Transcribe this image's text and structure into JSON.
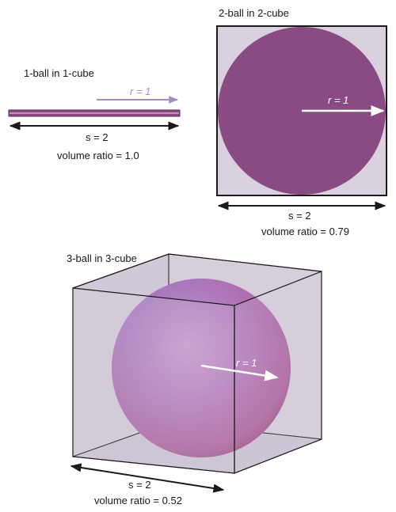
{
  "panel_1d": {
    "title": "1-ball in 1-cube",
    "radius_label": "r = 1",
    "side_label": "s = 2",
    "ratio_label": "volume ratio = 1.0"
  },
  "panel_2d": {
    "title": "2-ball in 2-cube",
    "radius_label": "r = 1",
    "side_label": "s = 2",
    "ratio_label": "volume ratio = 0.79"
  },
  "panel_3d": {
    "title": "3-ball in 3-cube",
    "radius_label": "r = 1",
    "side_label": "s = 2",
    "ratio_label": "volume ratio = 0.52"
  },
  "colors": {
    "ball": "#8a4a82",
    "cube_fill": "#d9d2de",
    "outline": "#1a1a1a",
    "arrow_light": "#a98bbf"
  }
}
